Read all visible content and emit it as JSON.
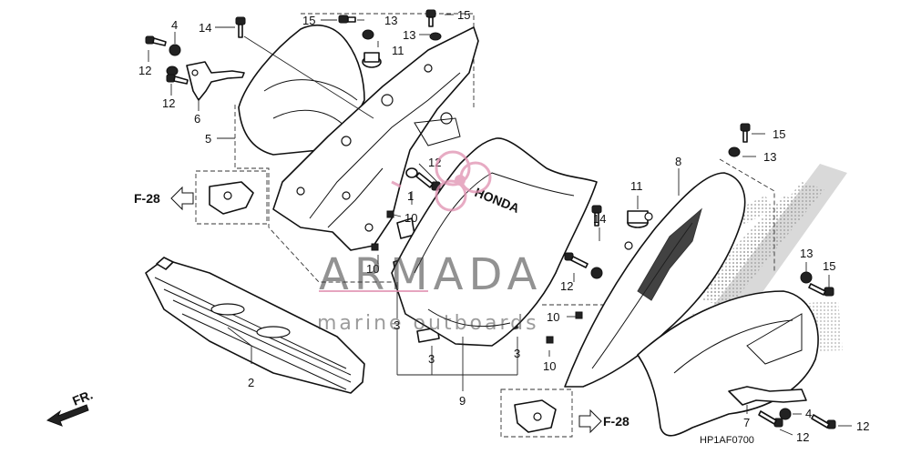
{
  "diagram": {
    "code": "HP1AF0700",
    "brand_mark": "HONDA",
    "front_label": "FR.",
    "ref_label": "F-28"
  },
  "watermark": {
    "title": "ARMADA",
    "subtitle": "marine outboards"
  },
  "callouts": [
    {
      "id": "c-14a",
      "text": "14"
    },
    {
      "id": "c-15a",
      "text": "15"
    },
    {
      "id": "c-13a",
      "text": "13"
    },
    {
      "id": "c-15b",
      "text": "15"
    },
    {
      "id": "c-4a",
      "text": "4"
    },
    {
      "id": "c-12a",
      "text": "12"
    },
    {
      "id": "c-13b",
      "text": "13"
    },
    {
      "id": "c-11a",
      "text": "11"
    },
    {
      "id": "c-12b",
      "text": "12"
    },
    {
      "id": "c-6",
      "text": "6"
    },
    {
      "id": "c-5",
      "text": "5"
    },
    {
      "id": "c-12c",
      "text": "12"
    },
    {
      "id": "c-1",
      "text": "1"
    },
    {
      "id": "c-10a",
      "text": "10"
    },
    {
      "id": "c-10b",
      "text": "10"
    },
    {
      "id": "c-3a",
      "text": "3"
    },
    {
      "id": "c-3b",
      "text": "3"
    },
    {
      "id": "c-3c",
      "text": "3"
    },
    {
      "id": "c-3d",
      "text": "3"
    },
    {
      "id": "c-9",
      "text": "9"
    },
    {
      "id": "c-2",
      "text": "2"
    },
    {
      "id": "c-8",
      "text": "8"
    },
    {
      "id": "c-15c",
      "text": "15"
    },
    {
      "id": "c-13c",
      "text": "13"
    },
    {
      "id": "c-11b",
      "text": "11"
    },
    {
      "id": "c-14b",
      "text": "14"
    },
    {
      "id": "c-12d",
      "text": "12"
    },
    {
      "id": "c-10c",
      "text": "10"
    },
    {
      "id": "c-10d",
      "text": "10"
    },
    {
      "id": "c-13d",
      "text": "13"
    },
    {
      "id": "c-15d",
      "text": "15"
    },
    {
      "id": "c-4b",
      "text": "4"
    },
    {
      "id": "c-7",
      "text": "7"
    },
    {
      "id": "c-12e",
      "text": "12"
    },
    {
      "id": "c-12f",
      "text": "12"
    }
  ]
}
